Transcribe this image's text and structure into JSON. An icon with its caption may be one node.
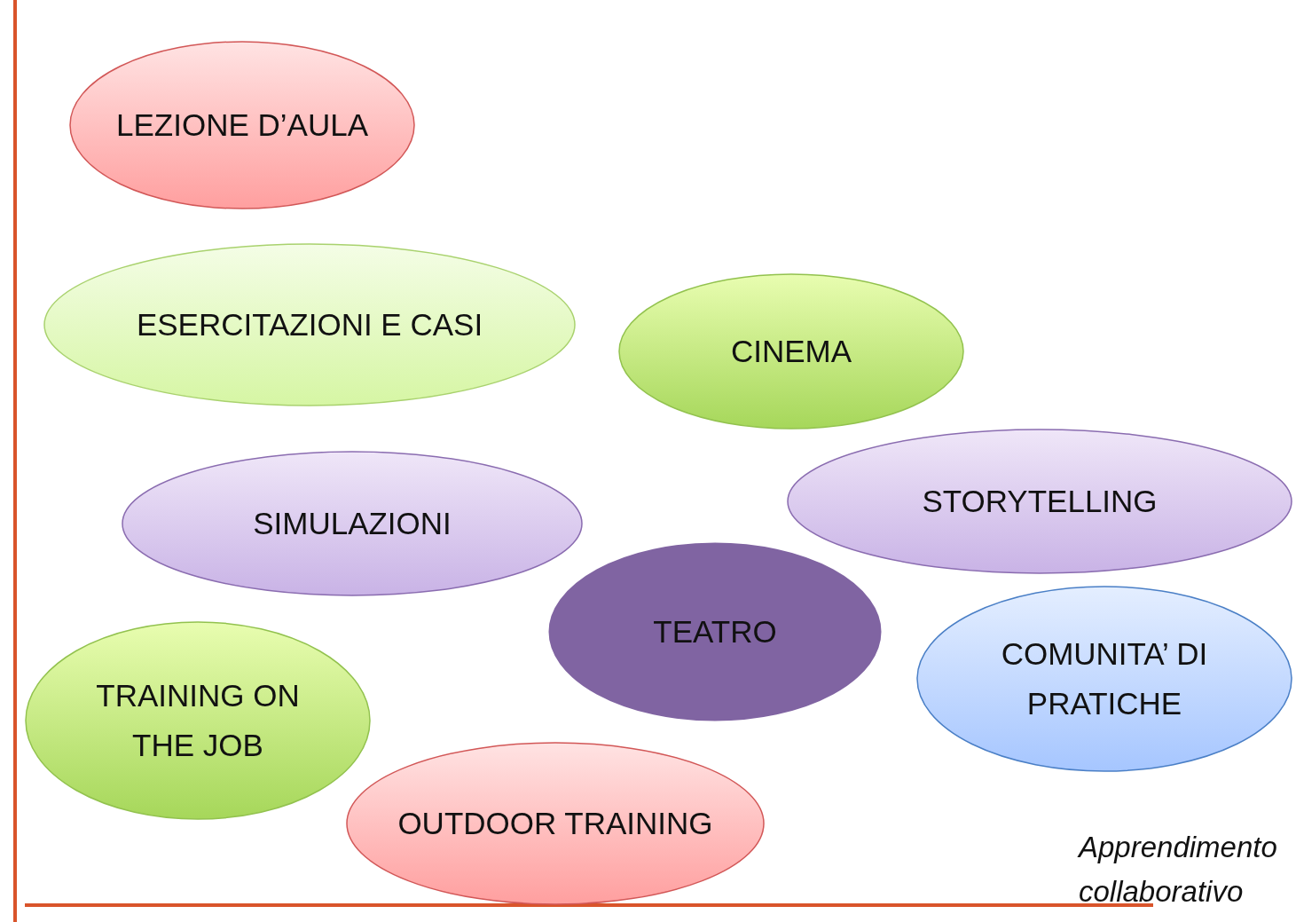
{
  "diagram": {
    "nodes": [
      {
        "text": [
          "LEZIONE D’AULA"
        ]
      },
      {
        "text": [
          "ESERCITAZIONI E CASI"
        ]
      },
      {
        "text": [
          "CINEMA"
        ]
      },
      {
        "text": [
          "SIMULAZIONI"
        ]
      },
      {
        "text": [
          "STORYTELLING"
        ]
      },
      {
        "text": [
          "TEATRO"
        ]
      },
      {
        "text": [
          "TRAINING ON THE JOB"
        ]
      },
      {
        "text": [
          "COMUNITA’ DI PRATICHE"
        ]
      },
      {
        "text": [
          "OUTDOOR TRAINING"
        ]
      }
    ],
    "labels": [
      "Apprendimento collaborativo"
    ]
  }
}
